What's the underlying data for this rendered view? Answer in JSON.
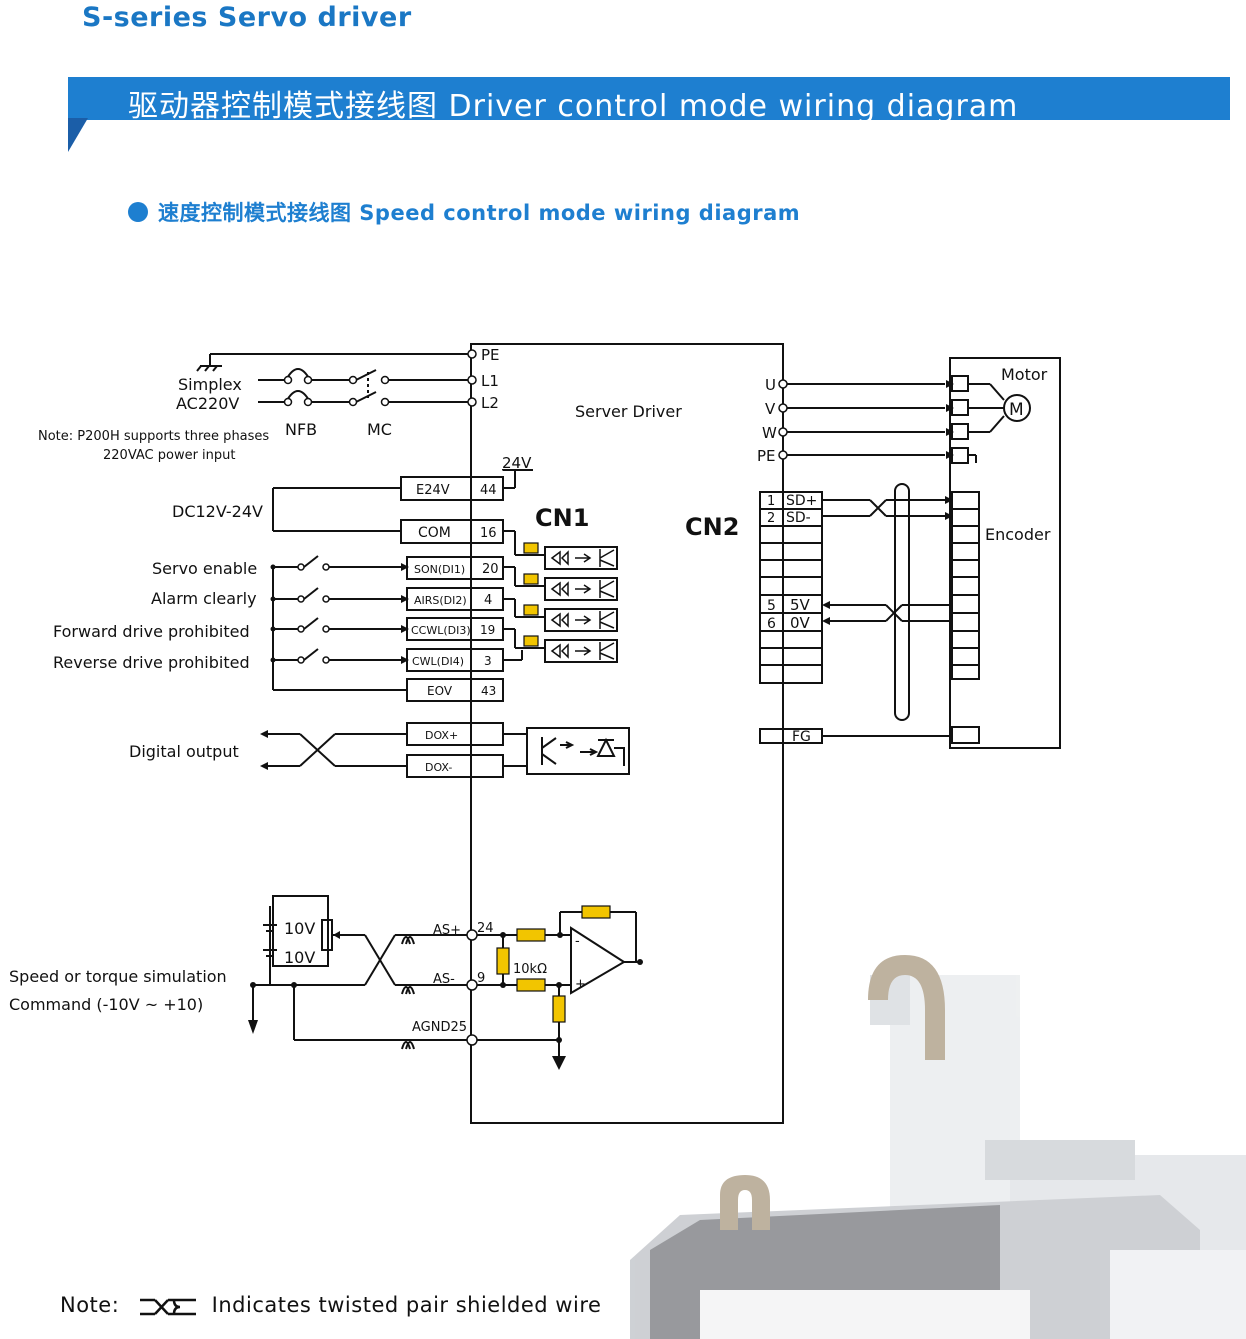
{
  "header": {
    "series_title": "S-series Servo driver",
    "banner_title": "驱动器控制模式接线图  Driver control mode wiring diagram",
    "section_title": "速度控制模式接线图  Speed control mode wiring diagram"
  },
  "colors": {
    "brand_blue": "#1e7fd0",
    "title_blue": "#1a77c4",
    "resistor_yellow": "#f2c500"
  },
  "diagram": {
    "driver_label": "Server Driver",
    "cn1_label": "CN1",
    "cn2_label": "CN2",
    "power": {
      "terminals": [
        "PE",
        "L1",
        "L2"
      ],
      "source_label_1": "Simplex",
      "source_label_2": "AC220V",
      "nfb_label": "NFB",
      "mc_label": "MC",
      "note_line_1": "Note: P200H supports three phases",
      "note_line_2": "220VAC power input"
    },
    "supply": {
      "label": "DC12V-24V",
      "v24_label": "24V"
    },
    "cn1_pins": [
      {
        "name": "E24V",
        "num": "44"
      },
      {
        "name": "COM",
        "num": "16"
      },
      {
        "name": "SON(DI1)",
        "num": "20"
      },
      {
        "name": "AIRS(DI2)",
        "num": "4"
      },
      {
        "name": "CCWL(DI3)",
        "num": "19"
      },
      {
        "name": "CWL(DI4)",
        "num": "3"
      },
      {
        "name": "EOV",
        "num": "43"
      },
      {
        "name": "DOX+",
        "num": ""
      },
      {
        "name": "DOX-",
        "num": ""
      }
    ],
    "inputs": [
      "Servo enable",
      "Alarm clearly",
      "Forward drive prohibited",
      "Reverse drive prohibited"
    ],
    "digital_output_label": "Digital output",
    "motor_terminals": [
      "U",
      "V",
      "W",
      "PE"
    ],
    "motor_label": "Motor",
    "motor_symbol": "M",
    "encoder_label": "Encoder",
    "cn2_pins": [
      {
        "num": "1",
        "name": "SD+"
      },
      {
        "num": "2",
        "name": "SD-"
      },
      {
        "num": "5",
        "name": "5V"
      },
      {
        "num": "6",
        "name": "0V"
      },
      {
        "num": "",
        "name": "FG"
      }
    ],
    "analog": {
      "ref_top": "10V",
      "ref_bottom": "10V",
      "as_plus": "AS+",
      "as_plus_pin": "24",
      "as_minus": "AS-",
      "as_minus_pin": "9",
      "agnd": "AGND25",
      "resistor": "10kΩ",
      "opamp_minus": "-",
      "opamp_plus": "+",
      "command_line_1": "Speed or torque simulation",
      "command_line_2": "Command (-10V ~ +10)"
    }
  },
  "footer": {
    "note_prefix": "Note:",
    "note_text": "Indicates twisted pair shielded wire"
  }
}
